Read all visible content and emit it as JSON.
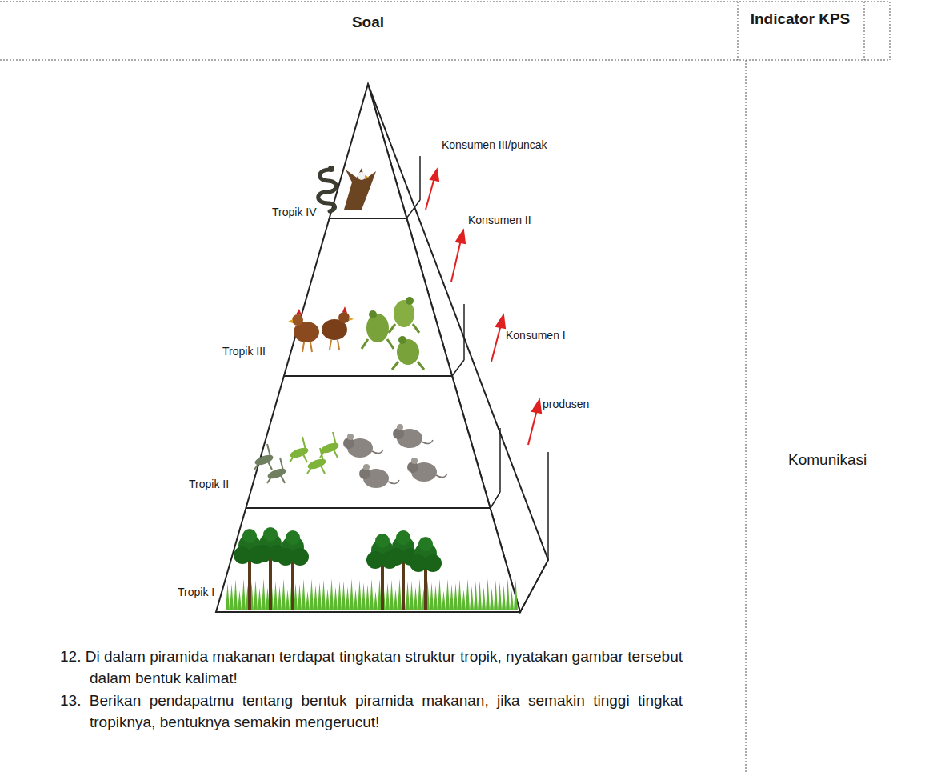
{
  "diagram": {
    "labels": [
      "Soal",
      "Indicator KPS",
      "Tropik IV",
      "Konsumen III/puncak",
      "Konsumen II",
      "Tropik III",
      "Konsumen I",
      "produsen",
      "Tropik II",
      "Tropik I",
      "12. Di dalam piramida makanan terdapat tingkatan struktur tropik, nyatakan gambar tersebut dalam bentuk kalimat!",
      "13. Berikan pendapatmu tentang bentuk piramida makanan, jika semakin tinggi tingkat tropiknya, bentuknya semakin mengerucut!",
      "Komunikasi"
    ]
  }
}
